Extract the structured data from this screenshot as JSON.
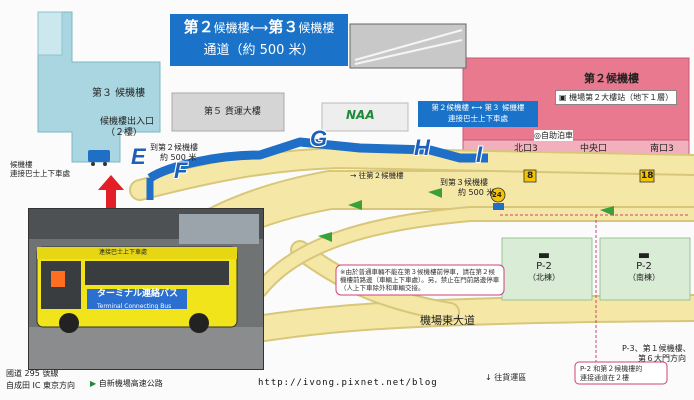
{
  "colors": {
    "terminal2": "#e8798e",
    "terminal3": "#a9d6e0",
    "road_yellow": "#f5e7a6",
    "road_yellow_edge": "#d8c77a",
    "walkway_blue": "#1f6fc6",
    "arrow_red": "#e21f26",
    "parking_green": "#d9ecd6",
    "bus_yellow": "#f1e41b"
  },
  "banner": {
    "line1_a": "第２",
    "line1_b": "候機樓",
    "line1_c": "第３",
    "line1_d": "候機樓",
    "arrow": "⟷",
    "line2": "通道（約 500 米）"
  },
  "terminal3": {
    "name": "第３ 候機樓",
    "exit": "候機樓出入口",
    "exit_floor": "（２樓）",
    "shuttle": "候機樓\n連接巴士上下車處"
  },
  "cargo5": "第５ 貨運大樓",
  "naa_logo": "NAA",
  "terminal2": {
    "name": "第２候機樓",
    "station": "機場第２大樓站（地下１層）",
    "north": "北口3",
    "center": "中央口",
    "south": "南口3",
    "shuttle_box_line1": "第２候機樓 ⟷ 第３ 候機樓",
    "shuttle_box_line2": "連接巴士上下車處",
    "self_parking": "自助泊車",
    "gates": [
      "8",
      "18"
    ]
  },
  "distance": {
    "to_t2": "到第２候機樓",
    "to_t2_dist": "約 500 米",
    "to_t3": "到第３候機樓",
    "to_t3_dist": "約 500 米",
    "to_t2_arrow": "往第２候機樓"
  },
  "letters": [
    "E",
    "F",
    "G",
    "H",
    "I"
  ],
  "bus_stop_number": "24",
  "parking": {
    "p2_north": "P-2",
    "p2_north_sub": "（北棟）",
    "p2_south": "P-2",
    "p2_south_sub": "（南棟）"
  },
  "note": "※由於普通車輛不能在第３候機樓前停車，請在第２候機樓前路邊（車輛上下車處）。另，禁止在門前路邊停車（人上下車除外和車輛交接。",
  "road_name": "機場東大道",
  "route_295": "國道 295 號線",
  "route_295_dir": "自成田 IC 東京方向",
  "expressway": "自新機場高速公路",
  "cargo_road": "往貨運區",
  "p3_dir": "P-3、第１候機樓、",
  "p3_dir2": "第６大門方向",
  "p2_link": "P-2 和第２候機樓的",
  "p2_link2": "連接通道在２樓",
  "watermark": "http://ivong.pixnet.net/blog",
  "bus_livery_text": "ターミナル連絡バス",
  "bus_livery_sub": "Terminal Connecting Bus"
}
